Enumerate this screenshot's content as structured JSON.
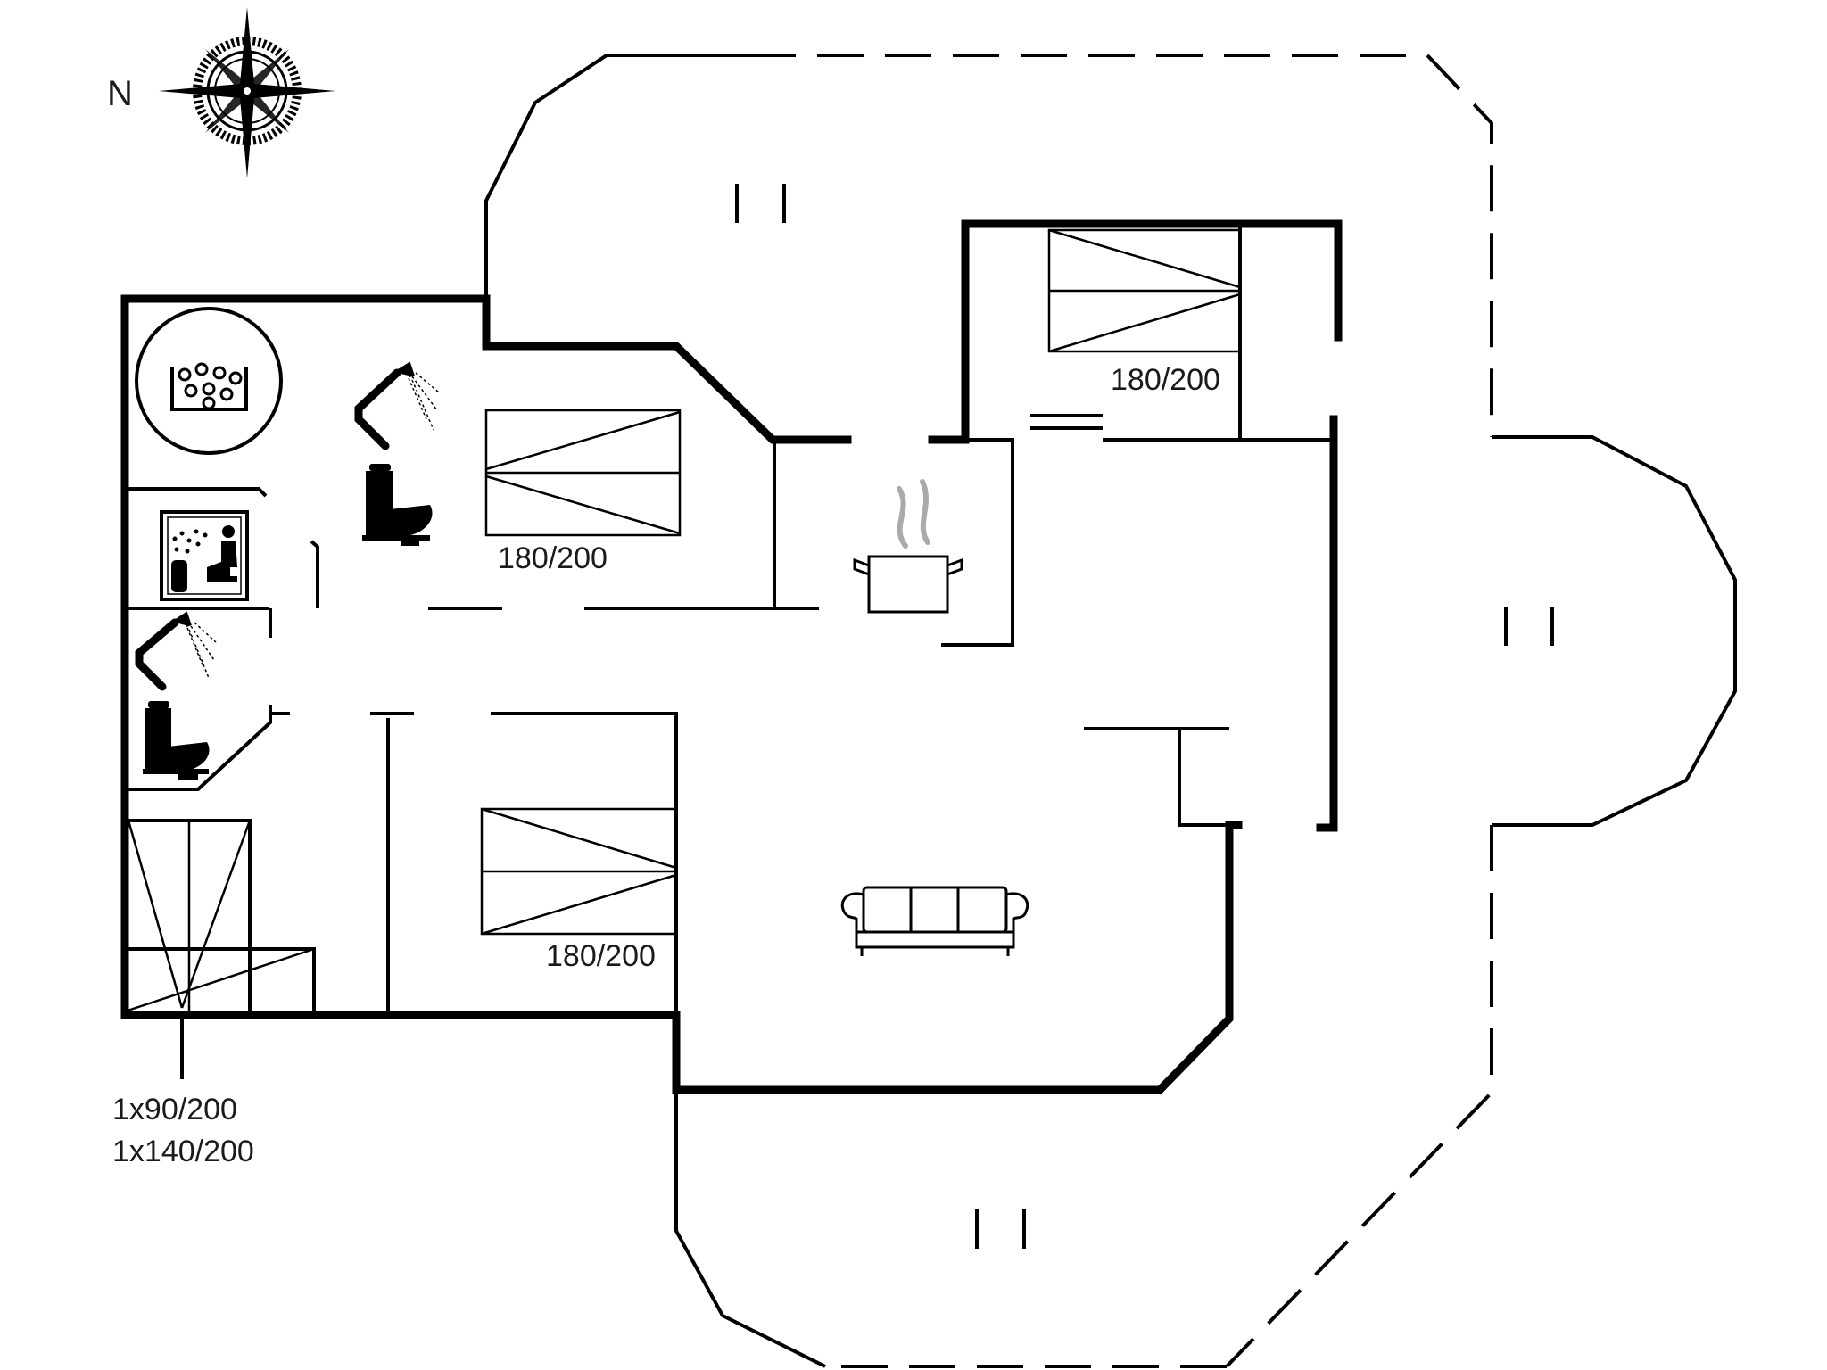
{
  "compass": {
    "north_label": "N"
  },
  "beds": {
    "bed_north": "180/200",
    "bed_center": "180/200",
    "bed_south": "180/200",
    "bunk_line1": "1x90/200",
    "bunk_line2": "1x140/200"
  },
  "icons": [
    "compass-icon",
    "whirlpool-icon",
    "shower-icon",
    "toilet-icon",
    "sauna-icon",
    "cooking-pot-icon",
    "sofa-icon",
    "bed-icon"
  ]
}
